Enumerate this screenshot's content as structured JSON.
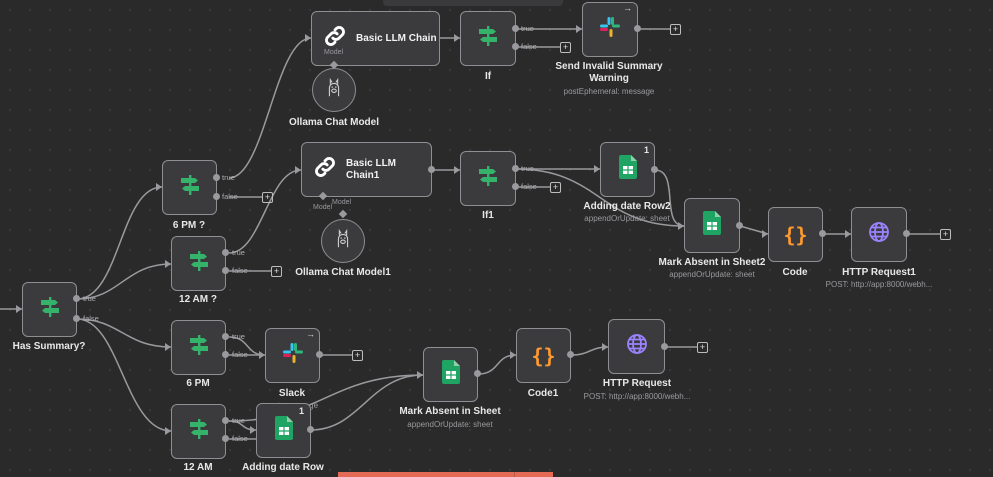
{
  "canvas": {
    "nodes": {
      "basic_llm_chain": {
        "title": "Basic LLM Chain",
        "model_port": "Model"
      },
      "if": {
        "title": "If",
        "true_label": "true",
        "false_label": "false"
      },
      "send_invalid": {
        "title_line1": "Send Invalid Summary",
        "title_line2": "Warning",
        "subtitle": "postEphemeral: message"
      },
      "ollama_chat_model": {
        "title": "Ollama Chat Model"
      },
      "six_pm_q": {
        "title": "6 PM ?",
        "true_label": "true",
        "false_label": "false"
      },
      "basic_llm_chain1": {
        "title_line1": "Basic LLM",
        "title_line2": "Chain1",
        "model_port": "Model"
      },
      "if1": {
        "title": "If1",
        "true_label": "true",
        "false_label": "false"
      },
      "adding_date_row2": {
        "title": "Adding date Row2",
        "subtitle": "appendOrUpdate: sheet",
        "badge": "1"
      },
      "mark_absent_sheet2": {
        "title": "Mark Absent in Sheet2",
        "subtitle": "appendOrUpdate: sheet"
      },
      "code": {
        "title": "Code"
      },
      "http_request1": {
        "title": "HTTP Request1",
        "subtitle": "POST: http://app:8000/webh..."
      },
      "ollama_chat_model1": {
        "title": "Ollama Chat Model1"
      },
      "twelve_am_q": {
        "title": "12 AM ?",
        "true_label": "true",
        "false_label": "false"
      },
      "has_summary": {
        "title": "Has Summary?",
        "true_label": "true",
        "false_label": "false"
      },
      "six_pm": {
        "title": "6 PM",
        "true_label": "true",
        "false_label": "false"
      },
      "slack": {
        "title": "Slack",
        "subtitle": "post: message"
      },
      "mark_absent_sheet": {
        "title": "Mark Absent in Sheet",
        "subtitle": "appendOrUpdate: sheet"
      },
      "code1": {
        "title": "Code1"
      },
      "http_request": {
        "title": "HTTP Request",
        "subtitle": "POST: http://app:8000/webh..."
      },
      "twelve_am": {
        "title": "12 AM",
        "true_label": "true",
        "false_label": "false"
      },
      "adding_date_row": {
        "title": "Adding date Row",
        "badge": "1"
      }
    },
    "add_symbol": "+",
    "open_arrow": "→",
    "colors": {
      "switch": "#35b36b",
      "sheets": "#1fa463",
      "code": "#ff9a2e",
      "http": "#9a83ff",
      "llm": "#ffffff",
      "wire": "#9a9a9e"
    }
  }
}
